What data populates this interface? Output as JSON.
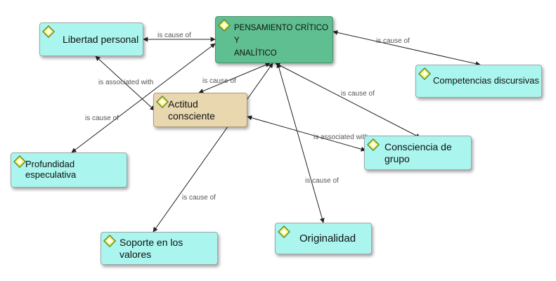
{
  "colors": {
    "main_node": "#5fbf90",
    "secondary_node": "#e9d7b0",
    "concept_node": "#aaf5ee",
    "line": "#222222",
    "edge_text": "#555555"
  },
  "node_icon": "concept-diamond-icon",
  "nodes": {
    "pensamiento": "PENSAMIENTO CRÍTICO Y\nANALÍTICO",
    "libertad": "Libertad personal",
    "competencias": "Competencias discursivas",
    "actitud": "Actitud consciente",
    "profundidad": "Profundidad especulativa",
    "consciencia": "Consciencia de grupo",
    "soporte": "Soporte en los valores",
    "originalidad": "Originalidad"
  },
  "relations": {
    "libertad_pensamiento": "is cause of",
    "pensamiento_competencias": "is cause of",
    "libertad_actitud": "is associated with",
    "pensamiento_actitud": "is cause of",
    "pensamiento_consciencia": "is cause of",
    "pensamiento_profundidad": "is cause of",
    "actitud_consciencia": "is associated with",
    "pensamiento_originalidad": "is cause of",
    "pensamiento_soporte": "is cause of"
  }
}
